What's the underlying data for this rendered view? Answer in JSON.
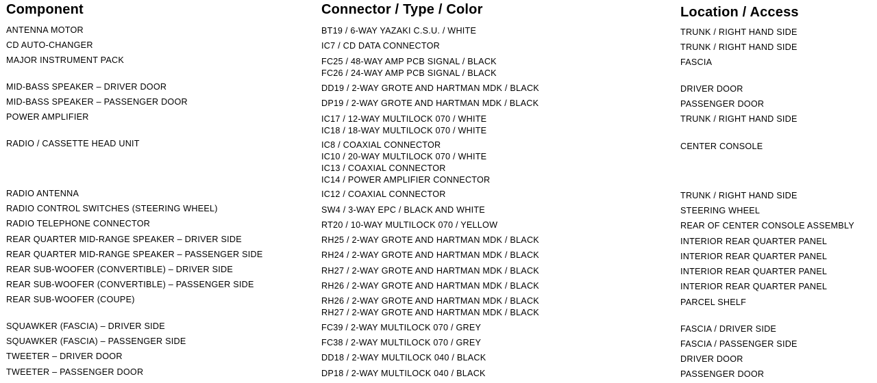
{
  "headers": {
    "component": "Component",
    "connector": "Connector / Type / Color",
    "location": "Location / Access"
  },
  "rows": [
    {
      "component": "ANTENNA MOTOR",
      "connectors": [
        "BT19 / 6-WAY YAZAKI C.S.U. / WHITE"
      ],
      "location": "TRUNK / RIGHT HAND SIDE"
    },
    {
      "component": "CD AUTO-CHANGER",
      "connectors": [
        "IC7 / CD DATA CONNECTOR"
      ],
      "location": "TRUNK / RIGHT HAND SIDE"
    },
    {
      "component": "MAJOR INSTRUMENT PACK",
      "connectors": [
        "FC25 / 48-WAY AMP PCB SIGNAL / BLACK",
        "FC26 / 24-WAY AMP PCB SIGNAL / BLACK"
      ],
      "location": "FASCIA"
    },
    {
      "component": "MID-BASS SPEAKER – DRIVER DOOR",
      "connectors": [
        "DD19 / 2-WAY GROTE AND HARTMAN MDK / BLACK"
      ],
      "location": "DRIVER DOOR"
    },
    {
      "component": "MID-BASS SPEAKER – PASSENGER DOOR",
      "connectors": [
        "DP19 / 2-WAY GROTE AND HARTMAN MDK / BLACK"
      ],
      "location": "PASSENGER DOOR"
    },
    {
      "component": "POWER AMPLIFIER",
      "connectors": [
        "IC17 / 12-WAY MULTILOCK 070 / WHITE",
        "IC18 / 18-WAY MULTILOCK 070 / WHITE"
      ],
      "location": "TRUNK / RIGHT HAND SIDE"
    },
    {
      "component": "RADIO / CASSETTE HEAD UNIT",
      "connectors": [
        "IC8 / COAXIAL CONNECTOR",
        "IC10 / 20-WAY MULTILOCK 070 / WHITE",
        "IC13 / COAXIAL CONNECTOR",
        "IC14 / POWER AMPLIFIER CONNECTOR"
      ],
      "location": "CENTER CONSOLE"
    },
    {
      "component": "RADIO ANTENNA",
      "connectors": [
        "IC12 / COAXIAL CONNECTOR"
      ],
      "location": "TRUNK / RIGHT HAND SIDE"
    },
    {
      "component": "RADIO CONTROL SWITCHES (STEERING WHEEL)",
      "connectors": [
        "SW4 / 3-WAY EPC / BLACK AND WHITE"
      ],
      "location": "STEERING WHEEL"
    },
    {
      "component": "RADIO TELEPHONE CONNECTOR",
      "connectors": [
        "RT20 / 10-WAY MULTILOCK 070 / YELLOW"
      ],
      "location": "REAR OF CENTER CONSOLE ASSEMBLY"
    },
    {
      "component": "REAR QUARTER MID-RANGE SPEAKER – DRIVER SIDE",
      "connectors": [
        "RH25 / 2-WAY GROTE AND HARTMAN MDK / BLACK"
      ],
      "location": "INTERIOR REAR QUARTER PANEL"
    },
    {
      "component": "REAR QUARTER MID-RANGE SPEAKER – PASSENGER SIDE",
      "connectors": [
        "RH24 / 2-WAY GROTE AND HARTMAN MDK / BLACK"
      ],
      "location": "INTERIOR REAR QUARTER PANEL"
    },
    {
      "component": "REAR SUB-WOOFER (CONVERTIBLE) – DRIVER SIDE",
      "connectors": [
        "RH27 / 2-WAY GROTE AND HARTMAN MDK / BLACK"
      ],
      "location": "INTERIOR REAR QUARTER PANEL"
    },
    {
      "component": "REAR SUB-WOOFER (CONVERTIBLE) – PASSENGER SIDE",
      "connectors": [
        "RH26 / 2-WAY GROTE AND HARTMAN MDK / BLACK"
      ],
      "location": "INTERIOR REAR QUARTER PANEL"
    },
    {
      "component": "REAR SUB-WOOFER (COUPE)",
      "connectors": [
        "RH26 / 2-WAY GROTE AND HARTMAN MDK / BLACK",
        "RH27 / 2-WAY GROTE AND HARTMAN MDK / BLACK"
      ],
      "location": "PARCEL SHELF"
    },
    {
      "component": "SQUAWKER (FASCIA) – DRIVER SIDE",
      "connectors": [
        "FC39 / 2-WAY MULTILOCK 070 / GREY"
      ],
      "location": "FASCIA / DRIVER SIDE"
    },
    {
      "component": "SQUAWKER (FASCIA) – PASSENGER SIDE",
      "connectors": [
        "FC38 / 2-WAY MULTILOCK 070 / GREY"
      ],
      "location": "FASCIA / PASSENGER SIDE"
    },
    {
      "component": "TWEETER – DRIVER DOOR",
      "connectors": [
        "DD18 / 2-WAY MULTILOCK 040 / BLACK"
      ],
      "location": "DRIVER DOOR"
    },
    {
      "component": "TWEETER – PASSENGER DOOR",
      "connectors": [
        "DP18 / 2-WAY MULTILOCK 040 / BLACK"
      ],
      "location": "PASSENGER DOOR"
    }
  ]
}
